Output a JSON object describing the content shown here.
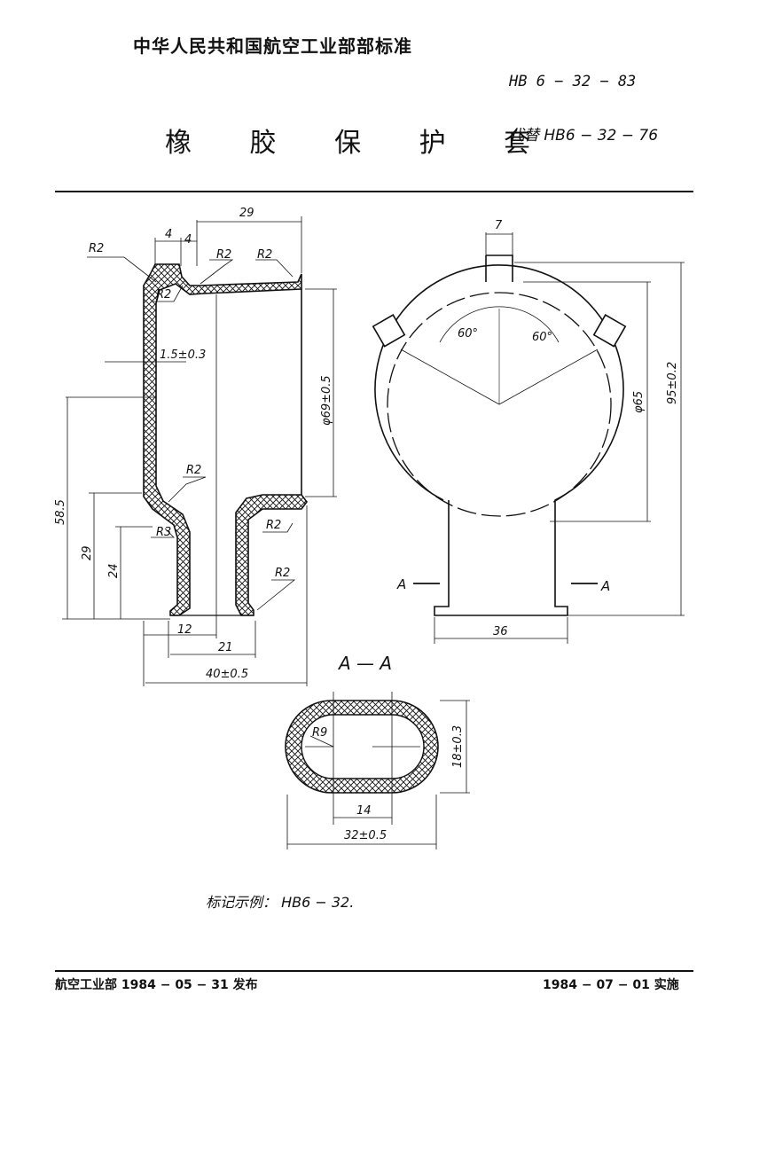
{
  "header": {
    "authority": "中华人民共和国航空工业部部标准",
    "standard_no": "HB 6 − 32 − 83",
    "title": "橡 胶 保 护 套",
    "replaces": "代替 HB6 − 32 − 76"
  },
  "drawing": {
    "dims": {
      "d29": "29",
      "d4a": "4",
      "d4b": "4",
      "r2_1": "R2",
      "r2_2": "R2",
      "r2_3": "R2",
      "r2_4": "R2",
      "r2_5": "R2",
      "r2_6": "R2",
      "r2_7": "R2",
      "r3": "R3",
      "wall": "1.5±0.3",
      "dia69": "φ69±0.5",
      "h585": "58.5",
      "h29": "29",
      "h24": "24",
      "w12": "12",
      "w21": "21",
      "w40": "40±0.5",
      "w7": "7",
      "a60a": "60°",
      "a60b": "60°",
      "dia65": "φ65",
      "h95": "95±0.2",
      "secA_left": "A",
      "secA_right": "A",
      "w36": "36",
      "r9": "R9",
      "h18": "18±0.3",
      "w14": "14",
      "w32": "32±0.5"
    },
    "section_title": "A — A",
    "marking_example": "标记示例： HB6 − 32."
  },
  "footer": {
    "publish": "航空工业部 1984 − 05 − 31 发布",
    "implement": "1984 − 07 − 01 实施"
  }
}
